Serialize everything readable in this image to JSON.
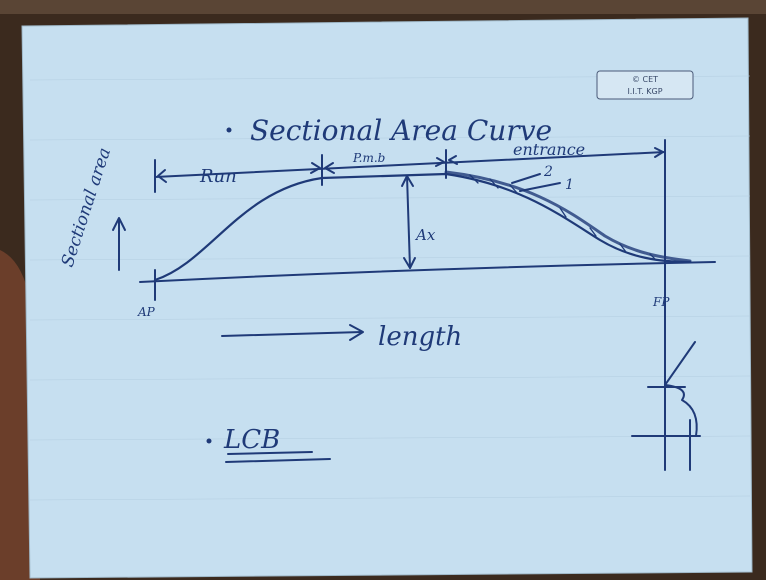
{
  "stamp": {
    "line1": "© CET",
    "line2": "I.I.T. KGP"
  },
  "heading": "Sectional Area Curve",
  "labels": {
    "run": "Run",
    "pmb": "P.m.b",
    "entrance": "entrance",
    "sectional_area": "Sectional area",
    "ax": "Ax",
    "ap": "AP",
    "fp": "FP",
    "length": "length",
    "mark_1": "1",
    "mark_2": "2"
  },
  "bullet_lcb": "LCB",
  "colors": {
    "paper": "#c6dff0",
    "ink": "#1f3a78",
    "frame": "#3b2a1e"
  }
}
